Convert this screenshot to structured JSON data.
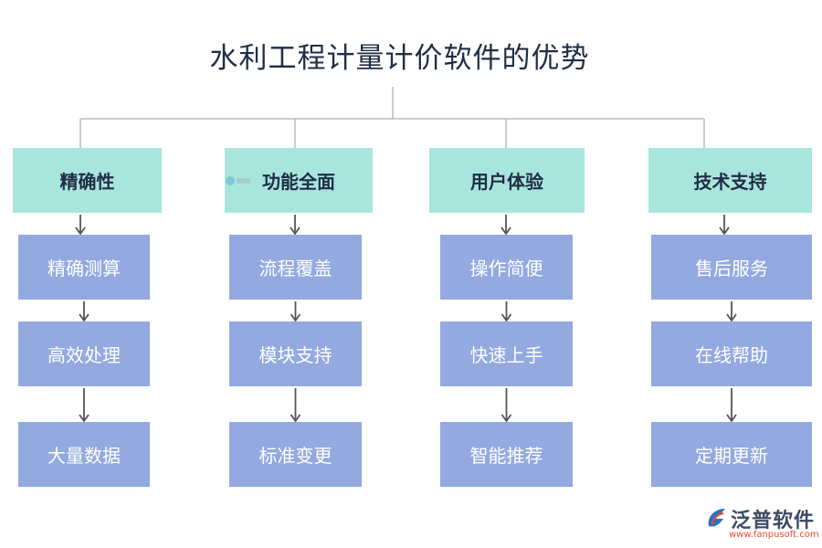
{
  "title": "水利工程计量计价软件的优势",
  "columns": [
    {
      "header": "精确性",
      "items": [
        "精确测算",
        "高效处理",
        "大量数据"
      ]
    },
    {
      "header": "功能全面",
      "items": [
        "流程覆盖",
        "模块支持",
        "标准变更"
      ]
    },
    {
      "header": "用户体验",
      "items": [
        "操作简便",
        "快速上手",
        "智能推荐"
      ]
    },
    {
      "header": "技术支持",
      "items": [
        "售后服务",
        "在线帮助",
        "定期更新"
      ]
    }
  ],
  "logo": {
    "name": "泛普软件",
    "url": "www.fanpusoft.com"
  },
  "colors": {
    "header_fill": "#a8e6dd",
    "item_fill": "#93a9e0",
    "line": "#bbbbbb",
    "arrow": "#555555"
  }
}
